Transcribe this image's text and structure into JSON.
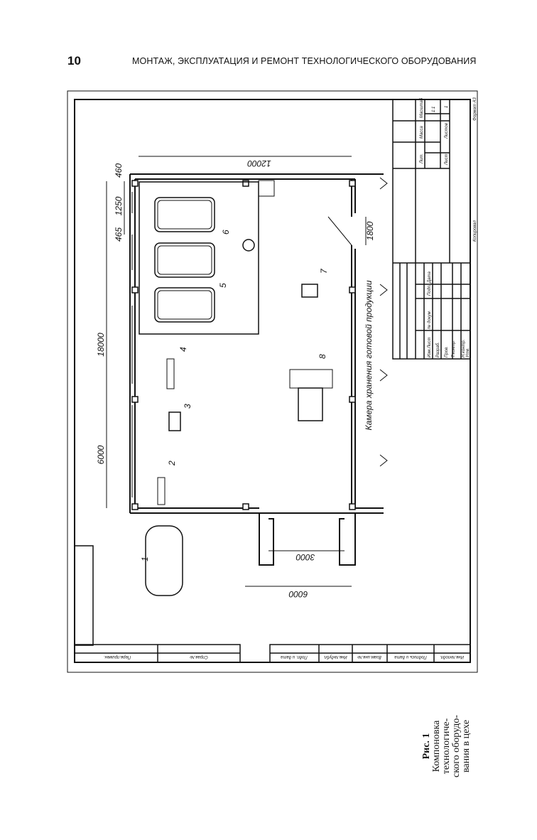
{
  "header": {
    "page_number": "10",
    "running_title": "МОНТАЖ, ЭКСПЛУАТАЦИЯ И РЕМОНТ ТЕХНОЛОГИЧЕСКОГО ОБОРУДОВАНИЯ"
  },
  "drawing": {
    "dimensions": {
      "width_total": "12000",
      "length_total": "18000",
      "bay": "6000",
      "d460": "460",
      "d1250": "1250",
      "d465": "465",
      "door": "1800",
      "vestibule_inner": "3000",
      "vestibule_outer": "6000"
    },
    "room_label": "Камера хранения готовой продукции",
    "equipment_labels": [
      "1",
      "2",
      "3",
      "4",
      "5",
      "6",
      "7",
      "8"
    ],
    "title_block": {
      "cells": [
        "Лит.",
        "Масса",
        "Масштаб",
        "1:1",
        "Лист",
        "Листов",
        "1",
        "Изм.",
        "Лист",
        "№ докум.",
        "Подп.",
        "Дата",
        "Разраб.",
        "Пров.",
        "Т.контр.",
        "Н.контр.",
        "Утв."
      ],
      "copied": "Копировал",
      "format": "Формат А3"
    },
    "side_strip": [
      "Перв.примен.",
      "Справ.№",
      "Подп. и дата",
      "Инв.№дубл.",
      "Взам.инв.№",
      "Подпись и дата",
      "Инв.№подл."
    ]
  },
  "caption": {
    "figure": "Рис. 1",
    "lines": [
      "Компоновка",
      "технологиче-",
      "ского оборудо-",
      "вания в цехе"
    ]
  }
}
